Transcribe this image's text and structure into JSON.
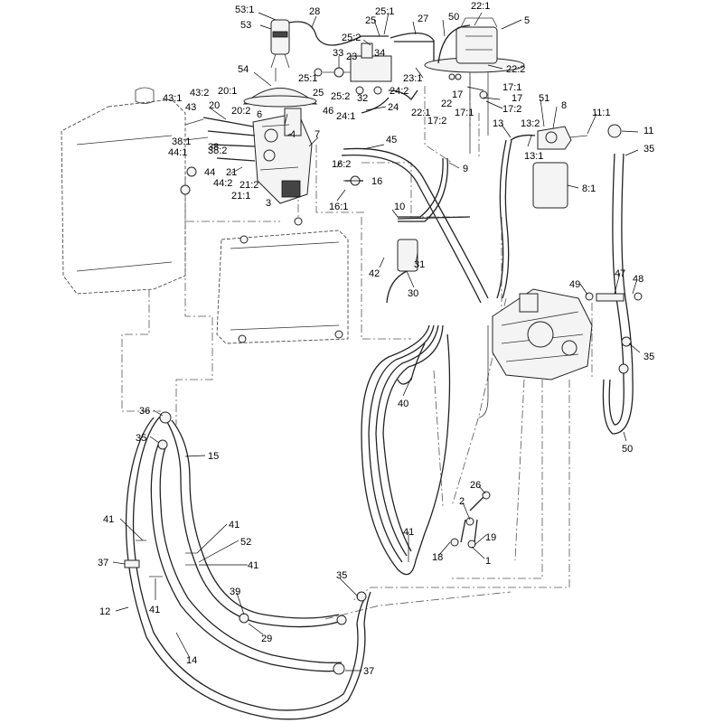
{
  "callouts": [
    {
      "id": "c-53-1",
      "text": "53:1"
    },
    {
      "id": "c-28",
      "text": "28"
    },
    {
      "id": "c-53",
      "text": "53"
    },
    {
      "id": "c-25-1",
      "text": "25:1"
    },
    {
      "id": "c-25",
      "text": "25"
    },
    {
      "id": "c-27",
      "text": "27"
    },
    {
      "id": "c-50a",
      "text": "50"
    },
    {
      "id": "c-22-1",
      "text": "22:1"
    },
    {
      "id": "c-5",
      "text": "5"
    },
    {
      "id": "c-25-2",
      "text": "25:2"
    },
    {
      "id": "c-34",
      "text": "34"
    },
    {
      "id": "c-33",
      "text": "33"
    },
    {
      "id": "c-23",
      "text": "23"
    },
    {
      "id": "c-22-2",
      "text": "22:2"
    },
    {
      "id": "c-54",
      "text": "54"
    },
    {
      "id": "c-25-1b",
      "text": "25:1"
    },
    {
      "id": "c-23-1",
      "text": "23:1"
    },
    {
      "id": "c-25b",
      "text": "25"
    },
    {
      "id": "c-25-2b",
      "text": "25:2"
    },
    {
      "id": "c-32",
      "text": "32"
    },
    {
      "id": "c-24-2",
      "text": "24:2"
    },
    {
      "id": "c-17-1",
      "text": "17:1"
    },
    {
      "id": "c-17a",
      "text": "17"
    },
    {
      "id": "c-17b",
      "text": "17"
    },
    {
      "id": "c-22",
      "text": "22"
    },
    {
      "id": "c-17-2",
      "text": "17:2"
    },
    {
      "id": "c-17-2b",
      "text": "17:2"
    },
    {
      "id": "c-17-1b",
      "text": "17:1"
    },
    {
      "id": "c-22-1b",
      "text": "22:1"
    },
    {
      "id": "c-24",
      "text": "24"
    },
    {
      "id": "c-24-1",
      "text": "24:1"
    },
    {
      "id": "c-46",
      "text": "46"
    },
    {
      "id": "c-43-1",
      "text": "43:1"
    },
    {
      "id": "c-43-2",
      "text": "43:2"
    },
    {
      "id": "c-20-1",
      "text": "20:1"
    },
    {
      "id": "c-43",
      "text": "43"
    },
    {
      "id": "c-20",
      "text": "20"
    },
    {
      "id": "c-20-2",
      "text": "20:2"
    },
    {
      "id": "c-6",
      "text": "6"
    },
    {
      "id": "c-4",
      "text": "4"
    },
    {
      "id": "c-7",
      "text": "7"
    },
    {
      "id": "c-45",
      "text": "45"
    },
    {
      "id": "c-51",
      "text": "51"
    },
    {
      "id": "c-8",
      "text": "8"
    },
    {
      "id": "c-11-1",
      "text": "11:1"
    },
    {
      "id": "c-13",
      "text": "13"
    },
    {
      "id": "c-13-2",
      "text": "13:2"
    },
    {
      "id": "c-11",
      "text": "11"
    },
    {
      "id": "c-35a",
      "text": "35"
    },
    {
      "id": "c-13-1",
      "text": "13:1"
    },
    {
      "id": "c-38-1",
      "text": "38:1"
    },
    {
      "id": "c-38",
      "text": "38"
    },
    {
      "id": "c-38-2",
      "text": "38:2"
    },
    {
      "id": "c-44-1",
      "text": "44:1"
    },
    {
      "id": "c-16-2",
      "text": "16:2"
    },
    {
      "id": "c-9",
      "text": "9"
    },
    {
      "id": "c-44",
      "text": "44"
    },
    {
      "id": "c-21",
      "text": "21"
    },
    {
      "id": "c-44-2",
      "text": "44:2"
    },
    {
      "id": "c-21-2",
      "text": "21:2"
    },
    {
      "id": "c-21-1",
      "text": "21:1"
    },
    {
      "id": "c-3",
      "text": "3"
    },
    {
      "id": "c-16",
      "text": "16"
    },
    {
      "id": "c-8-1",
      "text": "8:1"
    },
    {
      "id": "c-16-1",
      "text": "16:1"
    },
    {
      "id": "c-10",
      "text": "10"
    },
    {
      "id": "c-31",
      "text": "31"
    },
    {
      "id": "c-42",
      "text": "42"
    },
    {
      "id": "c-47",
      "text": "47"
    },
    {
      "id": "c-48",
      "text": "48"
    },
    {
      "id": "c-49",
      "text": "49"
    },
    {
      "id": "c-30",
      "text": "30"
    },
    {
      "id": "c-35b",
      "text": "35"
    },
    {
      "id": "c-40",
      "text": "40"
    },
    {
      "id": "c-36",
      "text": "36"
    },
    {
      "id": "c-35c",
      "text": "35"
    },
    {
      "id": "c-15",
      "text": "15"
    },
    {
      "id": "c-50b",
      "text": "50"
    },
    {
      "id": "c-26",
      "text": "26"
    },
    {
      "id": "c-2",
      "text": "2"
    },
    {
      "id": "c-41a",
      "text": "41"
    },
    {
      "id": "c-41b",
      "text": "41"
    },
    {
      "id": "c-52",
      "text": "52"
    },
    {
      "id": "c-19",
      "text": "19"
    },
    {
      "id": "c-41c",
      "text": "41"
    },
    {
      "id": "c-18",
      "text": "18"
    },
    {
      "id": "c-1",
      "text": "1"
    },
    {
      "id": "c-37a",
      "text": "37"
    },
    {
      "id": "c-41d",
      "text": "41"
    },
    {
      "id": "c-35d",
      "text": "35"
    },
    {
      "id": "c-39",
      "text": "39"
    },
    {
      "id": "c-12",
      "text": "12"
    },
    {
      "id": "c-41e",
      "text": "41"
    },
    {
      "id": "c-29",
      "text": "29"
    },
    {
      "id": "c-14",
      "text": "14"
    },
    {
      "id": "c-37b",
      "text": "37"
    }
  ]
}
